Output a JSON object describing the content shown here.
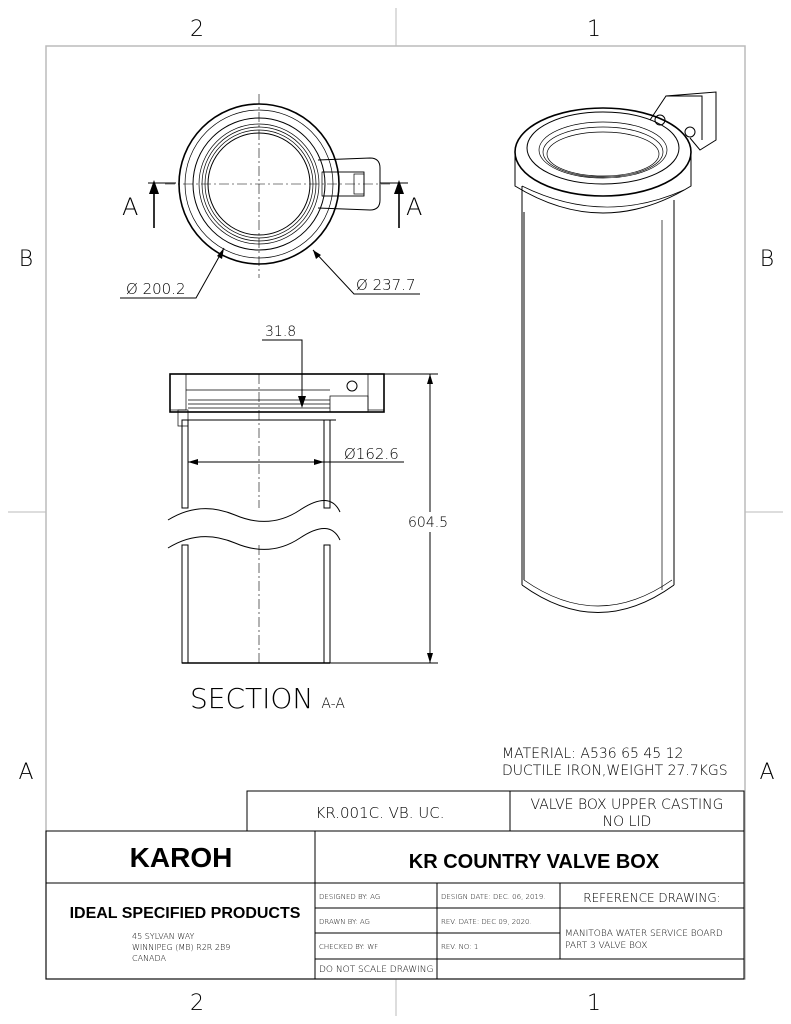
{
  "border": {
    "zones_top": [
      "2",
      "1"
    ],
    "zones_bottom": [
      "2",
      "1"
    ],
    "zones_left": [
      "B",
      "A"
    ],
    "zones_right": [
      "B",
      "A"
    ]
  },
  "views": {
    "top_view": {
      "section_mark_left": "A",
      "section_mark_right": "A",
      "dim_inner": "Ø 200.2",
      "dim_outer": "Ø 237.7"
    },
    "section_view": {
      "dim_top": "31.8",
      "dim_bore": "Ø162.6",
      "dim_height": "604.5",
      "title": "SECTION",
      "title_suffix": "A-A"
    }
  },
  "material": {
    "line1": "MATERIAL: A536 65 45 12",
    "line2": "DUCTILE IRON,WEIGHT 27.7KGS"
  },
  "title_block": {
    "part_number": "KR.001C. VB. UC.",
    "description_line1": "VALVE BOX UPPER CASTING",
    "description_line2": "NO LID",
    "company_logo_text": "KAROH",
    "drawing_title": "KR COUNTRY VALVE BOX",
    "company_name": "IDEAL SPECIFIED PRODUCTS",
    "address_line1": "45 SYLVAN WAY",
    "address_line2": "WINNIPEG (MB) R2R 2B9",
    "address_line3": "CANADA",
    "designed_by": "DESIGNED BY:  AG",
    "drawn_by": "DRAWN BY:  AG",
    "checked_by": "CHECKED BY:  WF",
    "no_scale": "DO NOT SCALE DRAWING",
    "design_date": "DESIGN DATE:  DEC. 06, 2019.",
    "rev_date": "REV. DATE:  DEC 09, 2020.",
    "rev_no": "REV. NO:  1",
    "reference_label": "REFERENCE DRAWING:",
    "reference_line1": "MANITOBA WATER SERVICE BOARD",
    "reference_line2": "PART 3 VALVE BOX"
  }
}
